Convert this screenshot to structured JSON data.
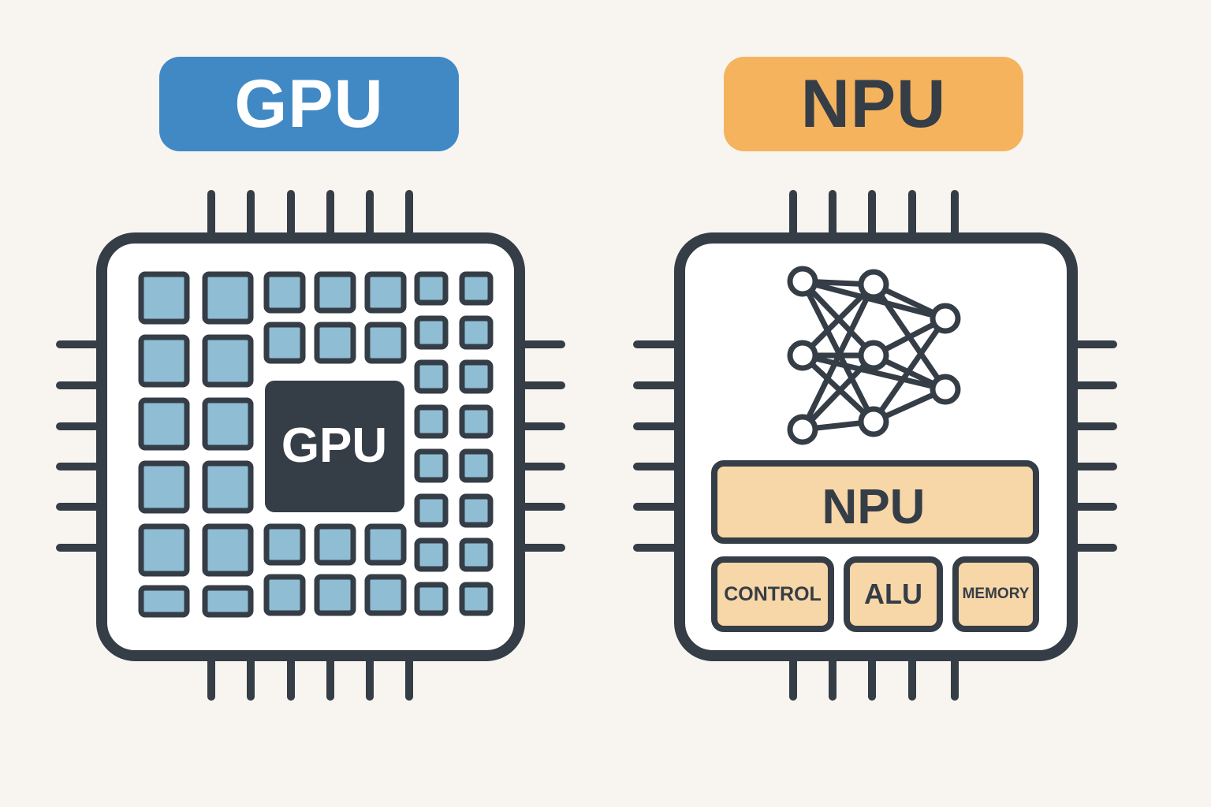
{
  "colors": {
    "background": "#f8f5f1",
    "outline": "#353d46",
    "gpu_accent": "#4189c5",
    "gpu_cell": "#8fbdd4",
    "npu_accent": "#f5b35e",
    "npu_block": "#f7d6a8",
    "chip_body": "#ffffff",
    "gpu_core_fill": "#353d46"
  },
  "gpu": {
    "title": "GPU",
    "core_label": "GPU"
  },
  "npu": {
    "title": "NPU",
    "main_block": "NPU",
    "units": [
      "CONTROL",
      "ALU",
      "MEMORY"
    ],
    "icon": "neural-network-icon"
  }
}
